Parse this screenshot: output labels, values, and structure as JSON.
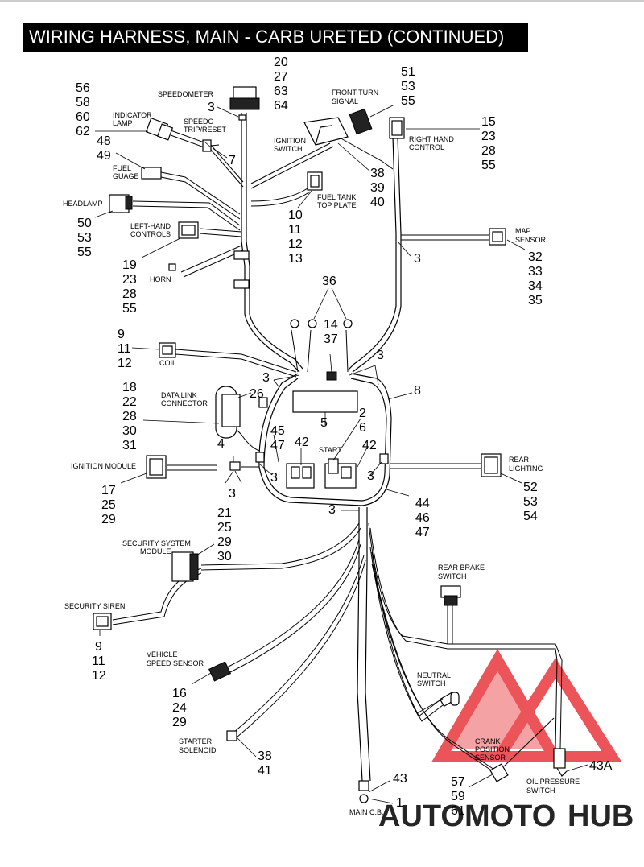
{
  "title": "WIRING HARNESS, MAIN - CARB URETED (CONTINUED)",
  "labels": {
    "speedometer": "SPEEDOMETER",
    "speedo_trip": [
      "SPEEDO",
      "TRIP/RESET"
    ],
    "indicator_lamp": [
      "INDICATOR",
      "LAMP"
    ],
    "front_turn": [
      "FRONT TURN",
      "SIGNAL"
    ],
    "right_hand": [
      "RIGHT HAND",
      "CONTROL"
    ],
    "ignition_switch": [
      "IGNITION",
      "SWITCH"
    ],
    "fuel_gauge": [
      "FUEL",
      "GUAGE"
    ],
    "headlamp": "HEADLAMP",
    "fuel_tank": [
      "FUEL TANK",
      "TOP PLATE"
    ],
    "left_hand": [
      "LEFT-HAND",
      "CONTROLS"
    ],
    "map_sensor": [
      "MAP",
      "SENSOR"
    ],
    "horn": "HORN",
    "coil": "COIL",
    "data_link": [
      "DATA LINK",
      "CONNECTOR"
    ],
    "start": "START",
    "ignition_module": "IGNITION MODULE",
    "rear_lighting": [
      "REAR",
      "LIGHTING"
    ],
    "security_module": [
      "SECURITY SYSTEM",
      "MODULE"
    ],
    "rear_brake": [
      "REAR BRAKE",
      "SWITCH"
    ],
    "security_siren": "SECURITY SIREN",
    "neutral_switch": [
      "NEUTRAL",
      "SWITCH"
    ],
    "vehicle_speed": [
      "VEHICLE",
      "SPEED SENSOR"
    ],
    "crank_position": [
      "CRANK",
      "POSITION",
      "SENSOR"
    ],
    "starter_solenoid": [
      "STARTER",
      "SOLENOID"
    ],
    "oil_pressure": [
      "OIL  PRESSURE",
      "SWITCH"
    ],
    "main_cb": "MAIN C.B."
  },
  "callouts": {
    "speedometer": [
      "20",
      "27",
      "63",
      "64"
    ],
    "speedo_3": [
      "3"
    ],
    "indicator": [
      "56",
      "58",
      "60",
      "62"
    ],
    "front_turn": [
      "51",
      "53",
      "55"
    ],
    "right_hand": [
      "15",
      "23",
      "28",
      "55"
    ],
    "trip_7": [
      "7"
    ],
    "fuel_gauge": [
      "48",
      "49"
    ],
    "ignition": [
      "38",
      "39",
      "40"
    ],
    "headlamp": [
      "50",
      "53",
      "55"
    ],
    "fuel_tank": [
      "10",
      "11",
      "12",
      "13"
    ],
    "map_3": [
      "3"
    ],
    "map_sensor": [
      "32",
      "33",
      "34",
      "35"
    ],
    "left_hand": [
      "19",
      "23",
      "28",
      "55"
    ],
    "ring_36": [
      "36"
    ],
    "c_14_37": [
      "14",
      "37"
    ],
    "coil": [
      "9",
      "11",
      "12"
    ],
    "top_3_right": [
      "3"
    ],
    "top_3_left": [
      "3"
    ],
    "data_link": [
      "18",
      "22",
      "28",
      "30",
      "31"
    ],
    "c_26": [
      "26"
    ],
    "c_8": [
      "8"
    ],
    "c_5": [
      "5"
    ],
    "c_2_6": [
      "2",
      "6"
    ],
    "c_45_47": [
      "45",
      "47"
    ],
    "c_42a": [
      "42"
    ],
    "c_42b": [
      "42"
    ],
    "c_4": [
      "4"
    ],
    "c_3_mid_left": [
      "3"
    ],
    "c_3_mid_right": [
      "3"
    ],
    "c_3_ign": [
      "3"
    ],
    "ign_module": [
      "17",
      "25",
      "29"
    ],
    "rear_lighting": [
      "52",
      "53",
      "54"
    ],
    "c_3_bottom": [
      "3"
    ],
    "c_44_46_47": [
      "44",
      "46",
      "47"
    ],
    "security_module": [
      "21",
      "25",
      "29",
      "30"
    ],
    "security_siren": [
      "9",
      "11",
      "12"
    ],
    "vehicle_speed": [
      "16",
      "24",
      "29"
    ],
    "starter": [
      "38",
      "41"
    ],
    "main_cb": [
      "43"
    ],
    "main_cb_1": [
      "1"
    ],
    "oil_pressure": [
      "43A"
    ],
    "crank": [
      "57",
      "59",
      "61"
    ]
  },
  "watermark": {
    "text_a": "AUTOMOTO",
    "text_b": "HUB",
    "color_red": "#e8383d",
    "color_gray": "#8a8a8a",
    "color_orange": "#f5a623"
  }
}
